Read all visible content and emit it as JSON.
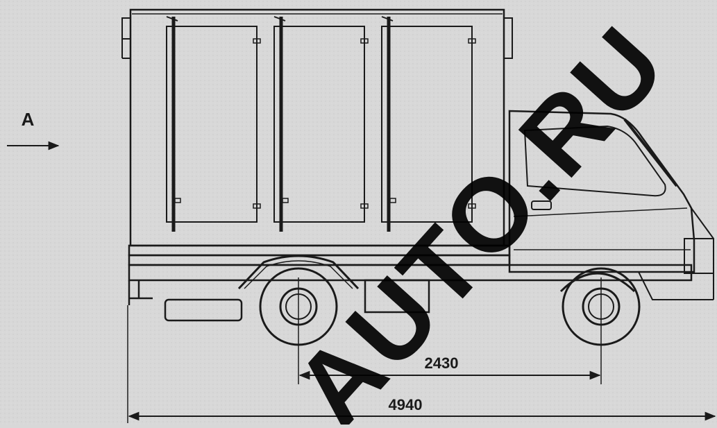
{
  "view": {
    "marker_label": "A",
    "dimensions": {
      "wheelbase": "2430",
      "overall_length": "4940"
    },
    "watermark": "AUTO.RU"
  },
  "colors": {
    "paper": "#d8d8d8",
    "ink": "#1a1a1a",
    "watermark": "#000000"
  }
}
